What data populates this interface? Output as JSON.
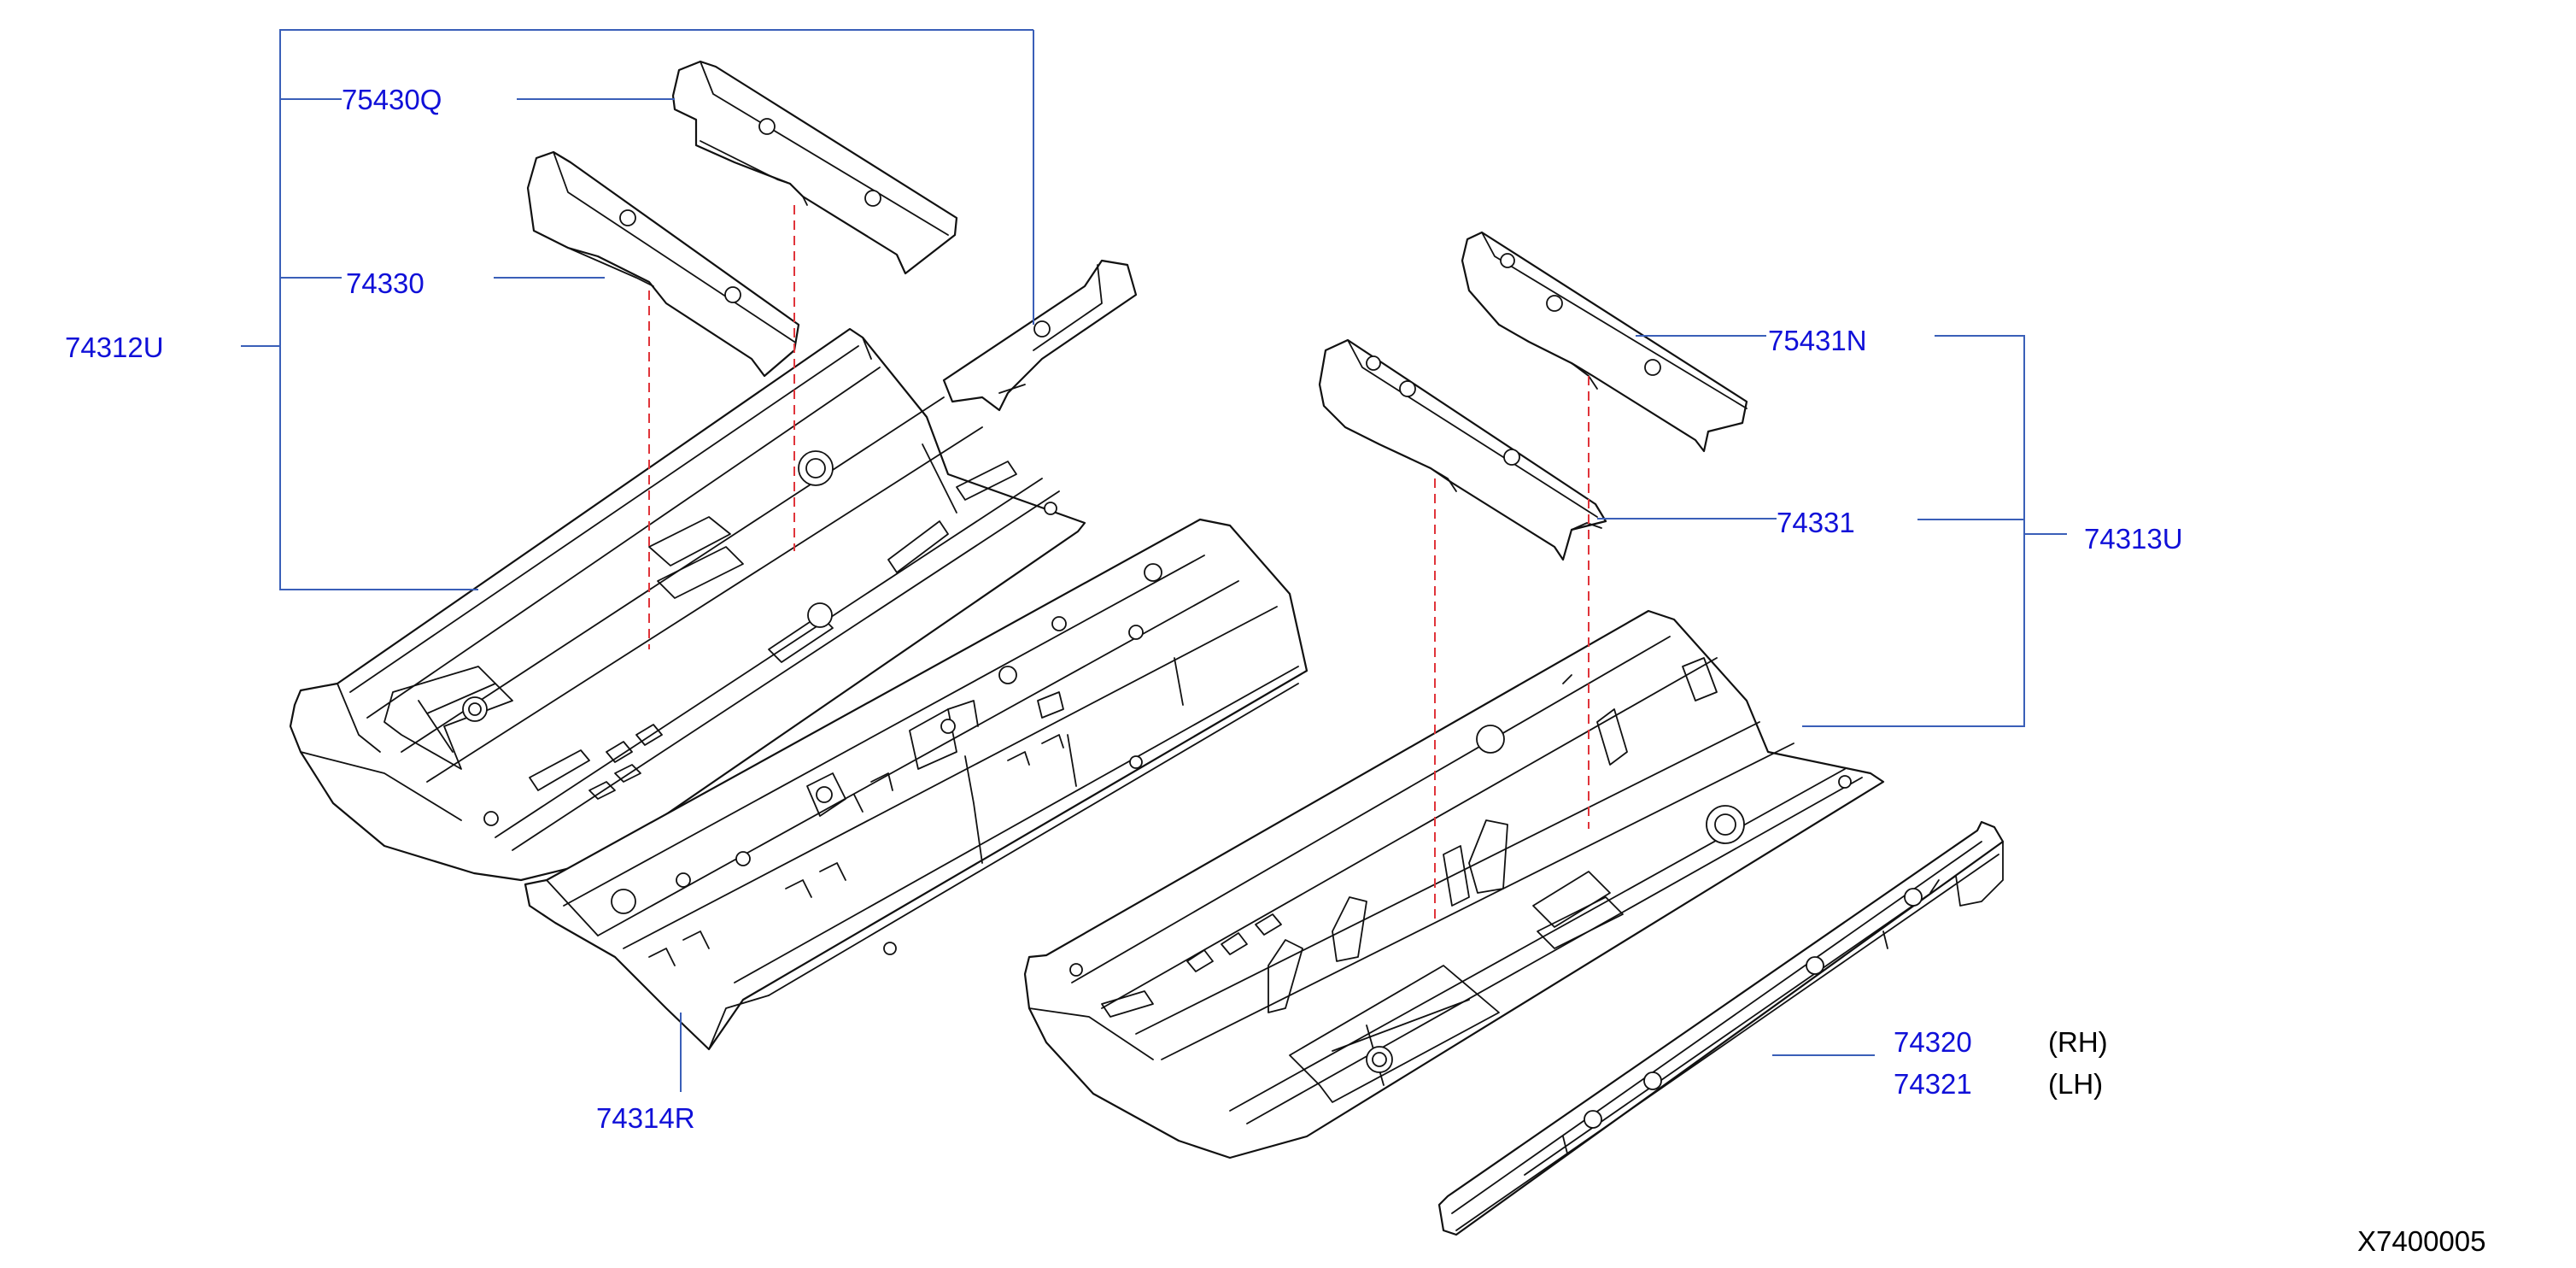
{
  "diagram_code": "X7400005",
  "callouts": {
    "p_75430Q": "75430Q",
    "p_74330": "74330",
    "p_74312U": "74312U",
    "p_74314R": "74314R",
    "p_75431N": "75431N",
    "p_74331": "74331",
    "p_74313U": "74313U",
    "p_74320": "74320",
    "p_74321": "74321"
  },
  "sides": {
    "rh": "(RH)",
    "lh": "(LH)"
  },
  "colors": {
    "part_number_text": "#1010d8",
    "leader_line": "#3a5fb8",
    "hidden_line": "#e0343a",
    "outline": "#111111"
  }
}
